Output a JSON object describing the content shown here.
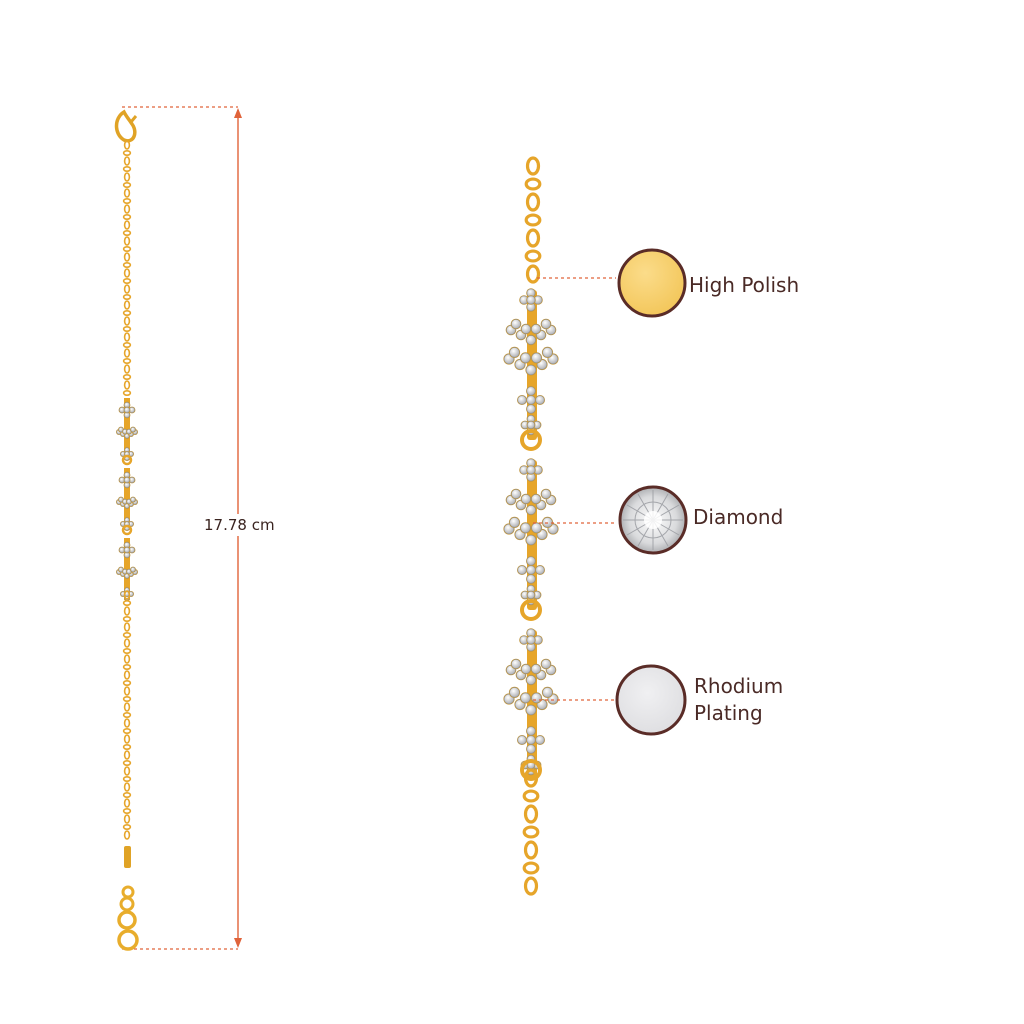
{
  "measurement": {
    "length_label": "17.78 cm"
  },
  "features": [
    {
      "label": "High Polish",
      "swatch": "gold"
    },
    {
      "label": "Diamond",
      "swatch": "diamond"
    },
    {
      "label": "Rhodium Plating",
      "swatch": "rhodium"
    }
  ],
  "colors": {
    "gold": "#f2b630",
    "gold_dark": "#c98a12",
    "gold_light": "#fad77a",
    "high_polish": "#f7cf6a",
    "rhodium": "#e4e4e6",
    "ring": "#5a2c27",
    "guide": "#e0633a",
    "text": "#4a2a26"
  }
}
